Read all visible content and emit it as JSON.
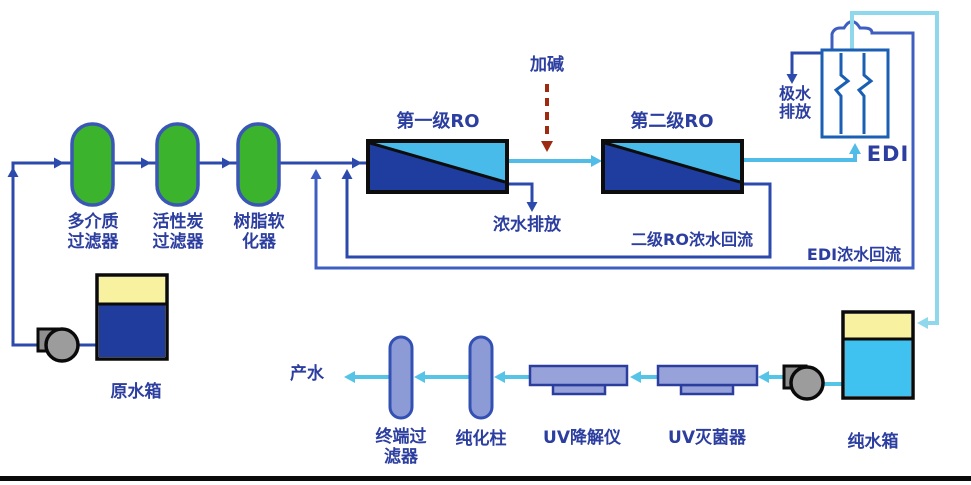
{
  "labels": {
    "filter_multimedia": "多介质\n过滤器",
    "filter_carbon": "活性炭\n过滤器",
    "softener": "树脂软\n化器",
    "ro1": "第一级RO",
    "ro2": "第二级RO",
    "add_alkali": "加碱",
    "concentrate_discharge": "浓水排放",
    "ro2_concentrate_return": "二级RO浓水回流",
    "edi_concentrate_return": "EDI浓水回流",
    "polar_water_discharge": "极水\n排放",
    "edi": "EDI",
    "raw_water_tank": "原水箱",
    "pure_water_tank": "纯水箱",
    "product_water": "产水",
    "terminal_filter": "终端过\n滤器",
    "purification_column": "纯化柱",
    "uv_degrader": "UV降解仪",
    "uv_sterilizer": "UV灭菌器"
  },
  "colors": {
    "pipe_blue": "#2b4aab",
    "return_blue": "#3e5fc1",
    "pipe_cyan": "#52bce8",
    "edi_product_cyan": "#8fd8ec",
    "bottom_pipe_cyan": "#56c4e6",
    "alkali_dash_red": "#9e2b10",
    "vessel_green": "#3cb32c",
    "vessel_border_blue": "#3a57b5",
    "ro_dark_blue": "#1e3d9e",
    "ro_cyan": "#49bbea",
    "tank_yellow": "#f8f1a0",
    "tank_dark_blue": "#203c9c",
    "tank_cyan": "#3fc2f0",
    "pump_gray": "#9c9c9c",
    "uv_purple": "#98a2da",
    "capsule_purple": "#8c9bd6",
    "label_blue": "#2c3e9f",
    "edi_border_blue": "#1a5fb4"
  }
}
